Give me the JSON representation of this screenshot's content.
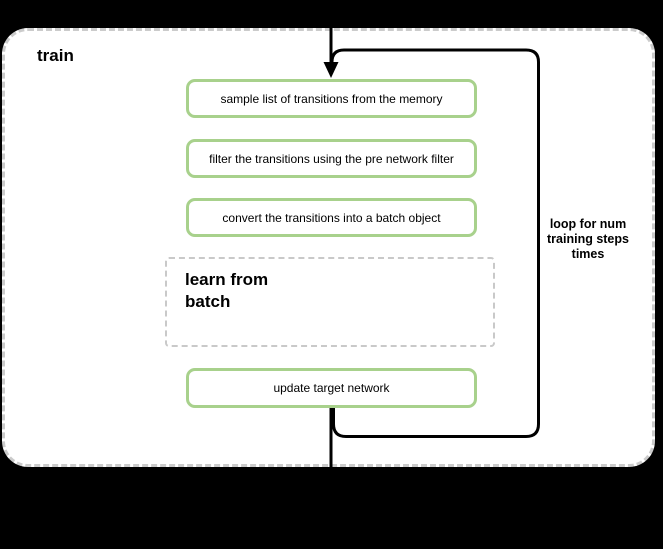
{
  "diagram": {
    "title": "train",
    "steps": [
      {
        "label": "sample list of transitions from the memory"
      },
      {
        "label": "filter the transitions using the pre network filter"
      },
      {
        "label": "convert the transitions into a batch object"
      }
    ],
    "subprocess": {
      "label": "learn from\nbatch"
    },
    "final_step": {
      "label": "update target network"
    },
    "loop_annotation": "loop for num\ntraining steps\ntimes"
  },
  "colors": {
    "step_border_green": "#a8d18c",
    "dashed_border_gray": "#cbcbcb",
    "flow_line_black": "#000000",
    "panel_background": "#ffffff",
    "page_background": "#000000"
  }
}
